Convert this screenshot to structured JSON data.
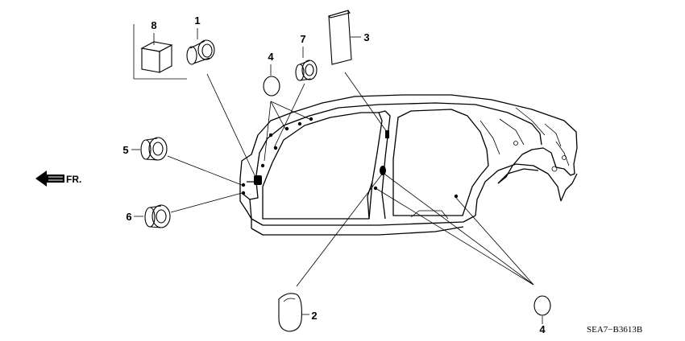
{
  "diagram": {
    "callouts": [
      "1",
      "2",
      "3",
      "4",
      "4",
      "5",
      "6",
      "7",
      "8"
    ],
    "direction_label": "FR.",
    "diagram_code": "SEA7−B3613B"
  }
}
